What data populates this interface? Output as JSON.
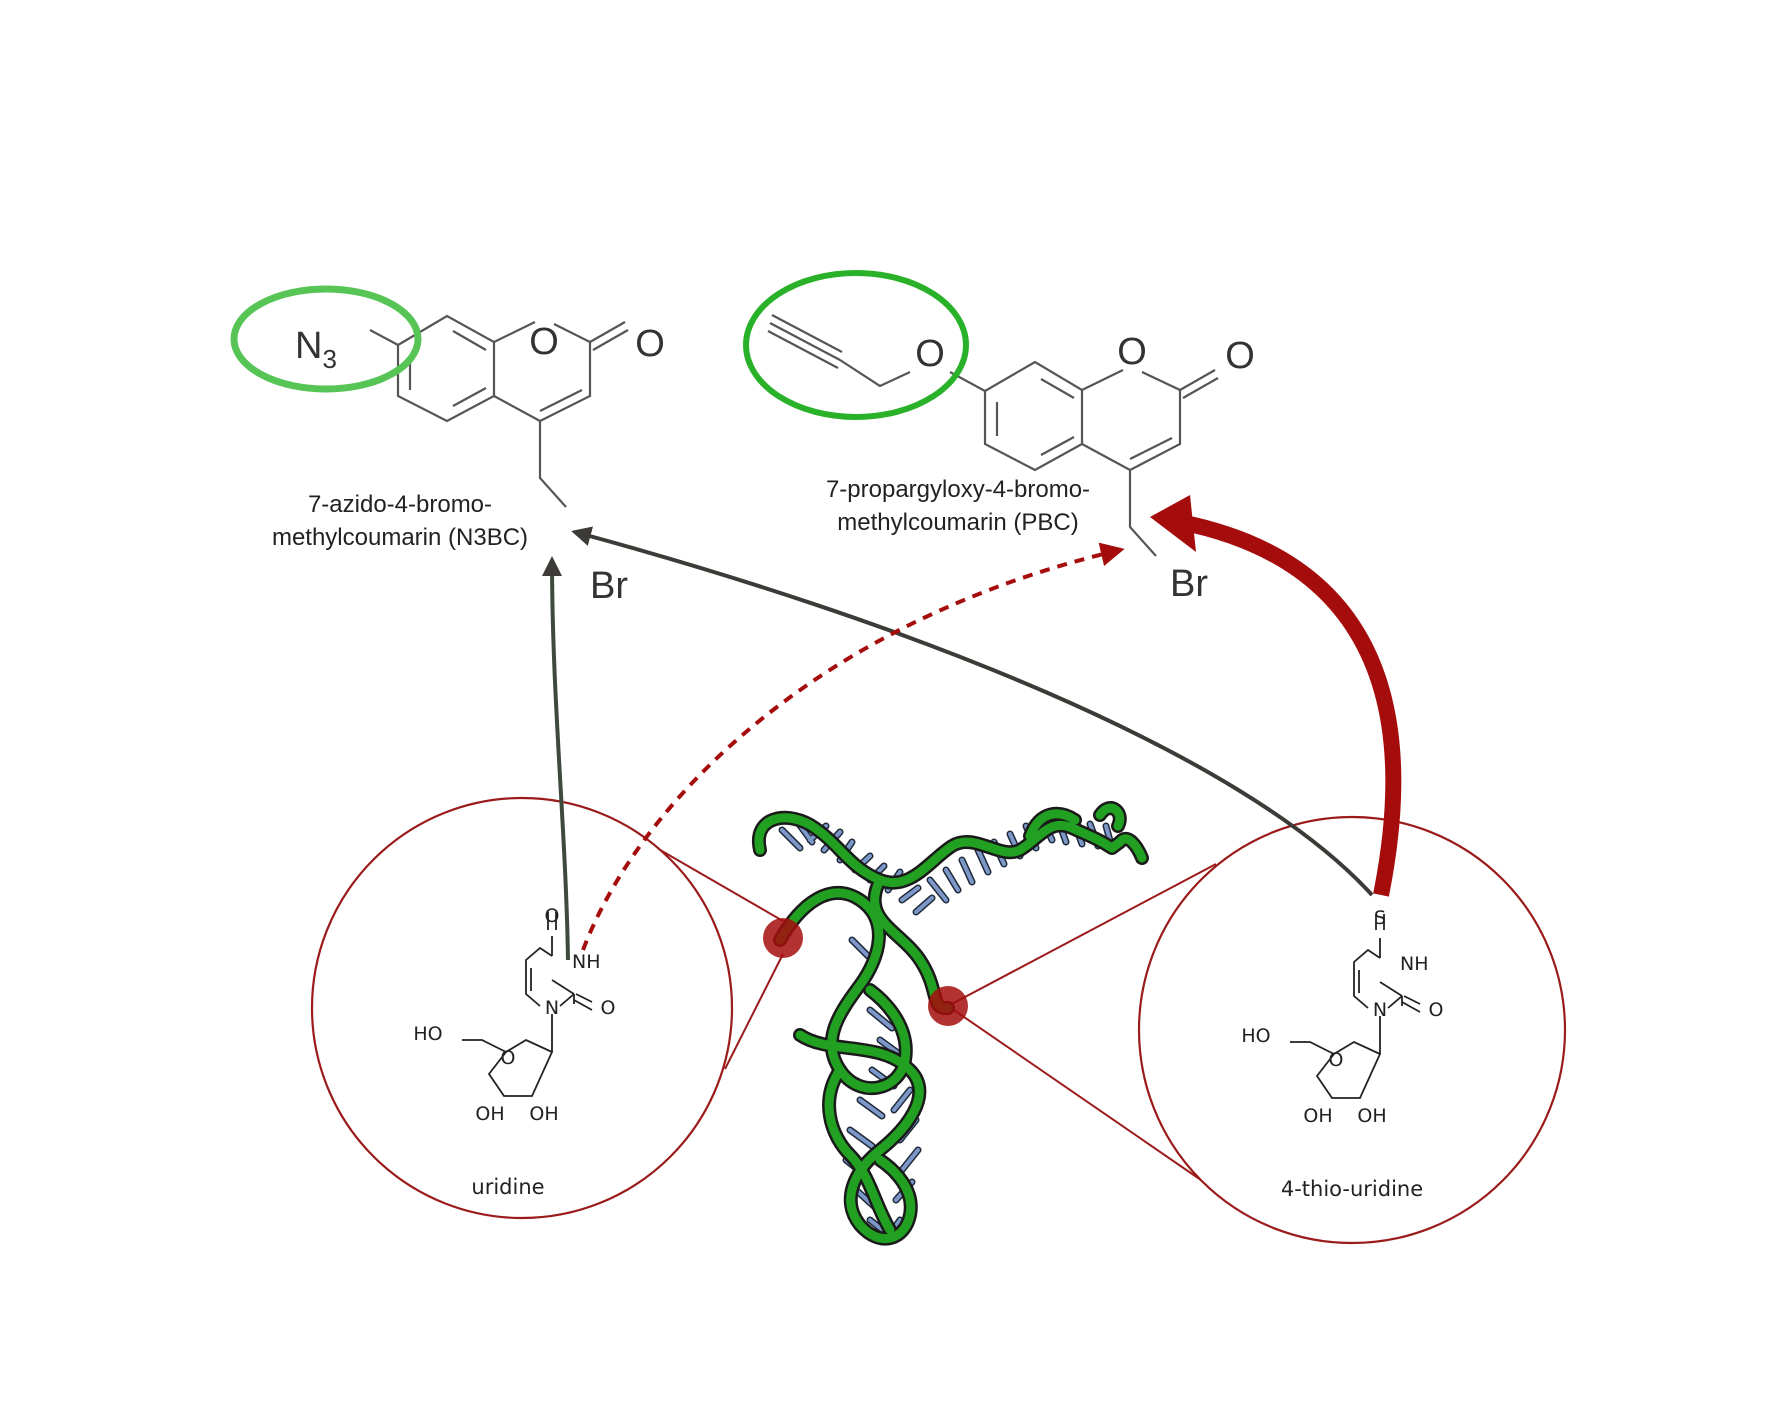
{
  "compounds": {
    "n3bc": {
      "name_line1": "7-azido-4-bromo-",
      "name_line2": "methylcoumarin (N3BC)",
      "group": "N",
      "group_sub": "3",
      "ring_o": "O",
      "carbonyl_o": "O",
      "leaving": "Br"
    },
    "pbc": {
      "name_line1": "7-propargyloxy-4-bromo-",
      "name_line2": "methylcoumarin (PBC)",
      "ether_o": "O",
      "ring_o": "O",
      "carbonyl_o": "O",
      "leaving": "Br"
    }
  },
  "nucleosides": {
    "uridine": {
      "label": "uridine",
      "o4": "O",
      "nh": "NH",
      "n": "N",
      "o2": "O",
      "ho": "HO",
      "o_ring": "O",
      "oh1": "OH",
      "oh2": "OH"
    },
    "thiouridine": {
      "label": "4-thio-uridine",
      "s": "S",
      "nh": "NH",
      "n": "N",
      "o2": "O",
      "ho": "HO",
      "o_ring": "O",
      "oh1": "OH",
      "oh2": "OH"
    }
  },
  "colors": {
    "highlight_green": "#2eb82e",
    "dark_red": "#a50d0d",
    "circle_red": "#9b1b1b",
    "arrow_dark": "#3d3b38",
    "rna_green": "#22a022",
    "rna_blue": "#7d97c8"
  }
}
